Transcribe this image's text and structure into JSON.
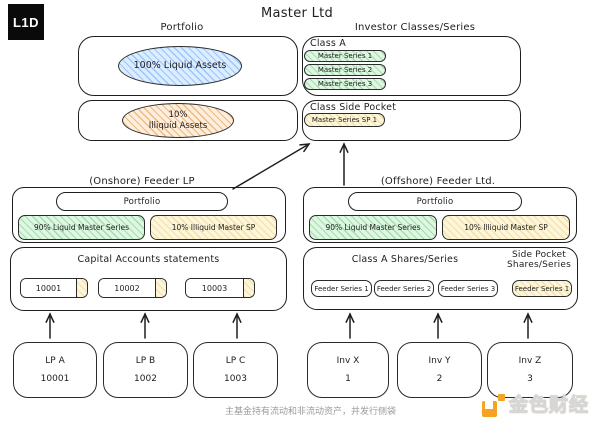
{
  "logo": {
    "text": "L1D"
  },
  "title": "Master Ltd",
  "master": {
    "portfolio_label": "Portfolio",
    "investor_label": "Investor Classes/Series",
    "liquid_assets": "100% Liquid Assets",
    "illiquid_line1": "10%",
    "illiquid_line2": "Illiquid Assets",
    "class_a_label": "Class A",
    "class_a_series": [
      "Master Series 1",
      "Master Series 2",
      "Master Series 3"
    ],
    "side_pocket_label": "Class Side Pocket",
    "side_pocket_series": [
      "Master Series SP 1"
    ]
  },
  "onshore": {
    "label": "(Onshore) Feeder LP",
    "portfolio_label": "Portfolio",
    "liquid_pill": "90% Liquid Master Series",
    "illiquid_pill": "10% Illiquid Master SP",
    "capital_label": "Capital Accounts statements",
    "accounts": [
      "10001",
      "10002",
      "10003"
    ],
    "lps": [
      {
        "name": "LP A",
        "account": "10001"
      },
      {
        "name": "LP B",
        "account": "1002"
      },
      {
        "name": "LP C",
        "account": "1003"
      }
    ]
  },
  "offshore": {
    "label": "(Offshore) Feeder Ltd.",
    "portfolio_label": "Portfolio",
    "liquid_pill": "90% Liquid Master Series",
    "illiquid_pill": "10% Illiquid Master SP",
    "class_a_label": "Class A Shares/Series",
    "side_pocket_label_line1": "Side Pocket",
    "side_pocket_label_line2": "Shares/Series",
    "feeder_series": [
      "Feeder Series 1",
      "Feeder Series 2",
      "Feeder Series 3"
    ],
    "side_pocket_series": [
      "Feeder Series 1"
    ],
    "investors": [
      {
        "name": "Inv X",
        "num": "1"
      },
      {
        "name": "Inv Y",
        "num": "2"
      },
      {
        "name": "Inv Z",
        "num": "3"
      }
    ]
  },
  "caption": "主基金持有流动和非流动资产，并发行侧袋",
  "watermark": {
    "text": "金色财经"
  },
  "colors": {
    "ink": "#1e1e1e",
    "accent_orange": "#f5a320",
    "hatch_blue": "#dbedff",
    "hatch_orange": "#ffeedd",
    "hatch_green": "#dcf8e0",
    "hatch_cream": "#fdf6d8"
  }
}
